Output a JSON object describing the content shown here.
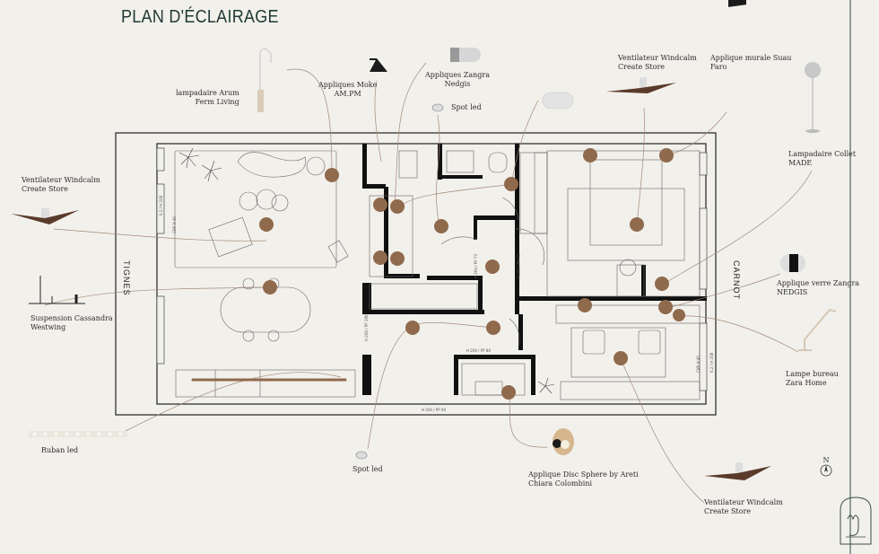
{
  "title": "PLAN D'ÉCLAIRAGE",
  "labels": {
    "arum": [
      "lampadaire Arum",
      "Ferm Living"
    ],
    "moke": [
      "Appliques Moke",
      "AM.PM"
    ],
    "zangra_top": [
      "Appliques Zangra",
      "Nedgis"
    ],
    "spot_top": [
      "Spot led"
    ],
    "fan_top": [
      "Ventilateur Windcalm",
      "Create Store"
    ],
    "suau": [
      "Applique murale Suau",
      "Faro"
    ],
    "collet": [
      "Lampadaire Collet",
      "MADE"
    ],
    "fan_left": [
      "Ventilateur Windcalm",
      "Create Store"
    ],
    "cassandra": [
      "Suspension Cassandra",
      "Westwing"
    ],
    "zangra_right": [
      "Applique  verre Zangra",
      "NEDGIS"
    ],
    "zara": [
      "Lampe bureau",
      "Zara Home"
    ],
    "ruban": [
      "Ruban led"
    ],
    "spot_bottom": [
      "Spot led"
    ],
    "disc": [
      "Applique Disc Sphere by Areti",
      "Chiara Colombini"
    ],
    "fan_bottom": [
      "Ventilateur Windcalm",
      "Create Store"
    ]
  },
  "sides": {
    "left": "TIGNES",
    "right": "CARNOT"
  },
  "plan_annotations": [
    "CVR H 40",
    "0.2 / H 208",
    "H 204 / PP 73",
    "H 204 / PP 90",
    "H 206 / PP 190",
    "H 204 / PP 80",
    "H 204 / PP 73",
    "CVR H 40",
    "0.2 / H 208"
  ],
  "north": "N",
  "colors": {
    "marker": "#8f6a4c",
    "wall": "#111111",
    "line": "#a08a78",
    "bg": "#f2f0eb"
  }
}
